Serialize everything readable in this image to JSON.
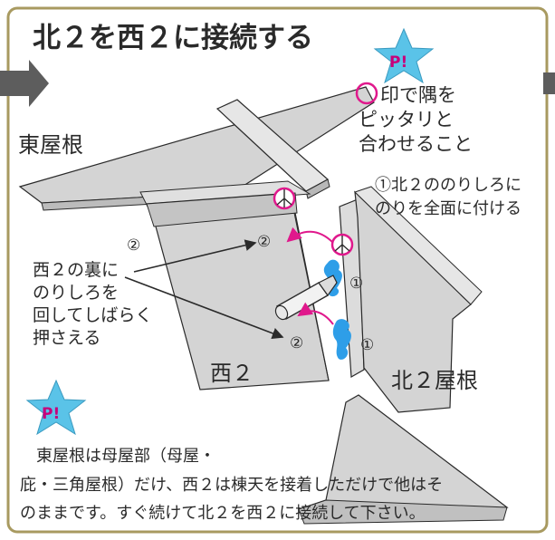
{
  "title": "北２を西２に接続する",
  "tip_badge": "P!",
  "labels": {
    "east_roof": "東屋根",
    "west2": "西２",
    "north2_roof": "北２屋根"
  },
  "tip_top": {
    "line1": "印で隅を",
    "line2": "ピッタリと",
    "line3": "合わせること"
  },
  "step1": {
    "line1": "①北２ののりしろに",
    "line2": "のりを全面に付ける"
  },
  "step2": {
    "num": "②",
    "line1": "西２の裏に",
    "line2": "のりしろを",
    "line3": "回してしばらく",
    "line4": "押さえる"
  },
  "markers": {
    "one": "①",
    "two": "②"
  },
  "note": {
    "line1": "東屋根は母屋部（母屋・",
    "line2": "庇・三角屋根）だけ、西２は棟天を接着しただけで他はそ",
    "line3": "のままです。すぐ続けて北２を西２に接続して下さい。"
  },
  "colors": {
    "frame": "#a89a60",
    "arrow": "#5d5d5d",
    "badge_fill": "#5ac3e8",
    "badge_text": "#c8007a",
    "magenta": "#e0188c",
    "glue": "#2e9ee8",
    "paper": "#d4d4d4",
    "paper_dark": "#b8b8b8"
  }
}
